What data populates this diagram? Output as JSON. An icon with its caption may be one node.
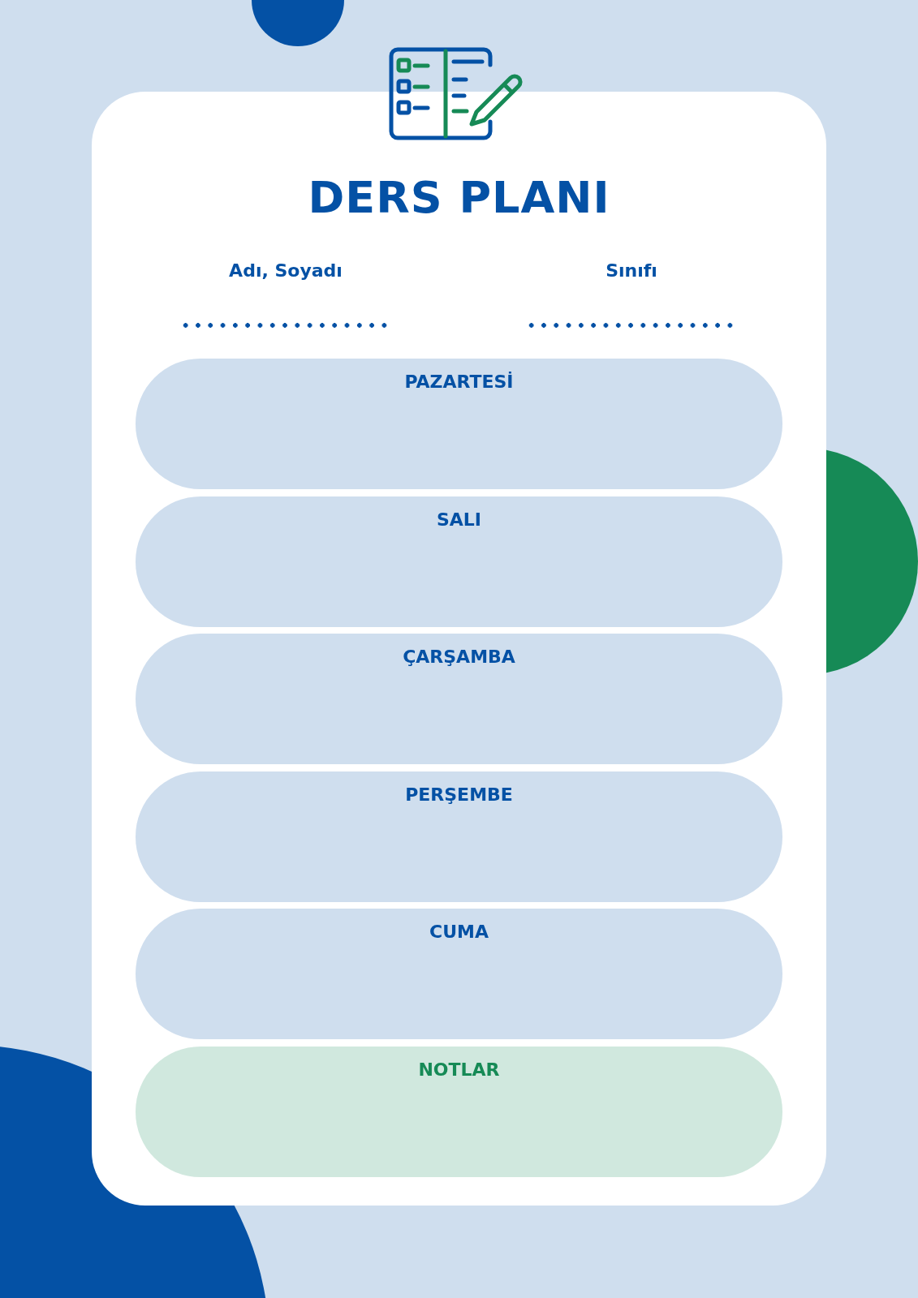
{
  "diagram": {
    "title": "DERS PLANI",
    "nodes": [
      {
        "text": [
          "PAZARTESİ"
        ]
      },
      {
        "text": [
          "SALI"
        ]
      },
      {
        "text": [
          "ÇARŞAMBA"
        ]
      },
      {
        "text": [
          "PERŞEMBE"
        ]
      },
      {
        "text": [
          "CUMA"
        ]
      },
      {
        "text": [
          "NOTLAR"
        ]
      }
    ],
    "edges": [],
    "labels": [
      "Adı, Soyadı",
      "Sınıfı"
    ]
  }
}
